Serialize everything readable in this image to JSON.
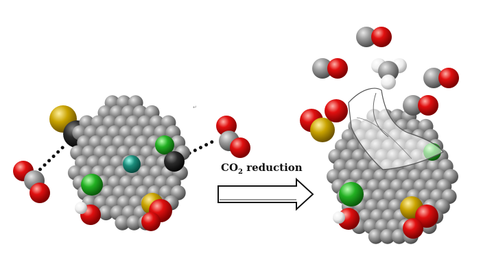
{
  "reaction": {
    "label_main": "CO",
    "label_sub": "2",
    "label_rest": " reduction"
  },
  "colors": {
    "carbon": "#8c8c8c",
    "carbon_dark": "#2b2b2b",
    "oxygen": "#e01010",
    "sulfur": "#c9a300",
    "chlorine": "#22b022",
    "metal": "#1a8c7a",
    "hydrogen": "#f2f2f2"
  },
  "icons": {
    "arrow": "right-arrow-icon",
    "left_cluster": "catalyst-cluster-icon",
    "right_cluster": "catalyst-cluster-product-icon"
  }
}
